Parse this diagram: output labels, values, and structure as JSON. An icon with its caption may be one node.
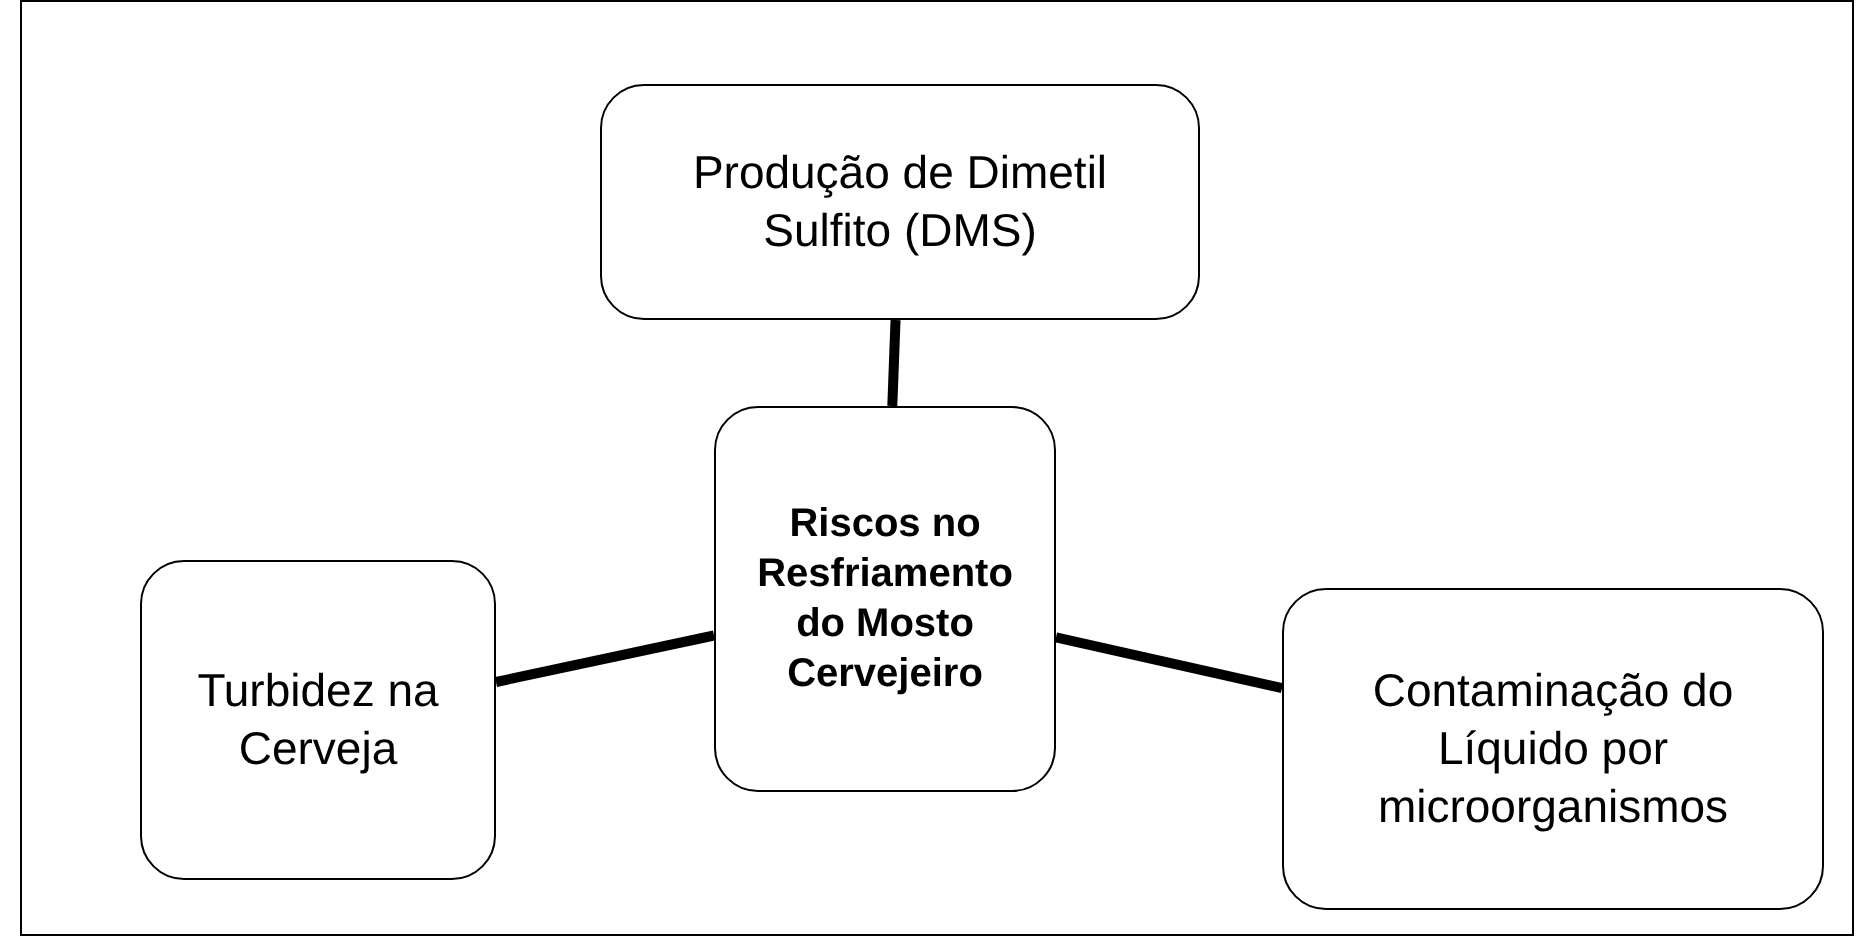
{
  "diagram": {
    "nodes": [
      {
        "text": [
          "Produção de Dimetil Sulfito (DMS)"
        ]
      },
      {
        "text": [
          "Riscos no Resfriamento do Mosto Cervejeiro"
        ]
      },
      {
        "text": [
          "Turbidez na Cerveja"
        ]
      },
      {
        "text": [
          "Contaminação do Líquido por microorganismos"
        ]
      }
    ],
    "edges": [
      {
        "from": 1,
        "to": 0,
        "arrow": "none"
      },
      {
        "from": 2,
        "to": 1,
        "arrow": "none"
      },
      {
        "from": 1,
        "to": 3,
        "arrow": "none"
      }
    ]
  }
}
